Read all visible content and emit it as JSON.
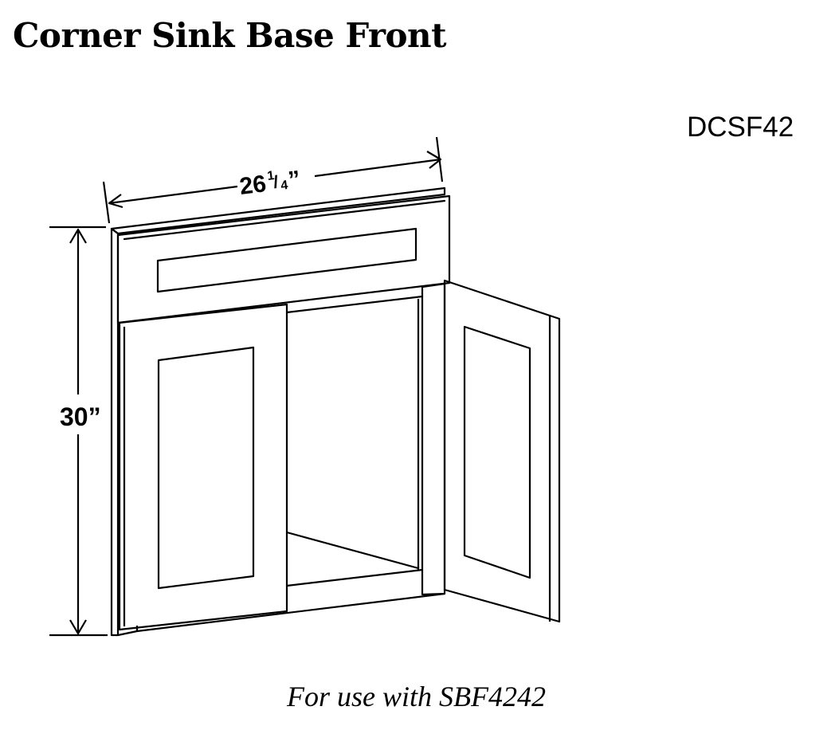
{
  "title": "Corner Sink Base Front",
  "model_code": "DCSF42",
  "note": "For use with SBF4242",
  "dimensions": {
    "width_whole": "26",
    "width_frac_num": "1",
    "width_frac_den": "4",
    "width_unit": "”",
    "height": "30”"
  }
}
